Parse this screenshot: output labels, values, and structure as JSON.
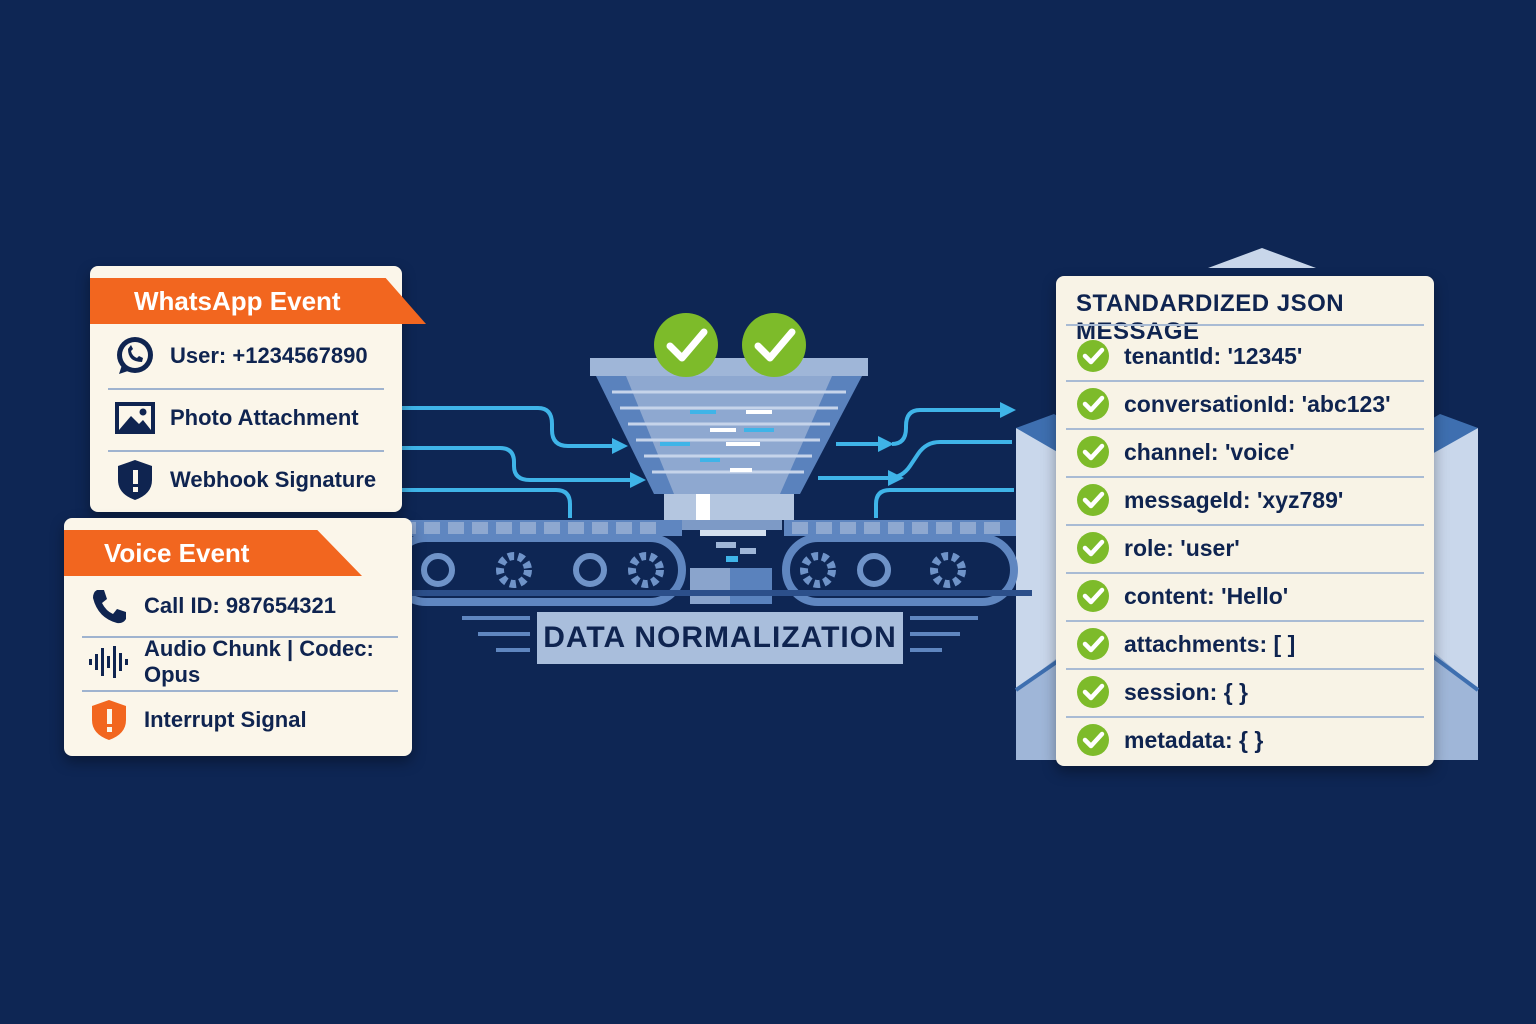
{
  "whatsapp": {
    "title": "WhatsApp Event",
    "items": [
      {
        "icon": "whatsapp-icon",
        "label": "User: +1234567890"
      },
      {
        "icon": "photo-icon",
        "label": "Photo Attachment"
      },
      {
        "icon": "shield-icon",
        "label": "Webhook Signature"
      }
    ]
  },
  "voice": {
    "title": "Voice Event",
    "items": [
      {
        "icon": "phone-icon",
        "label": "Call ID: 987654321"
      },
      {
        "icon": "audio-wave-icon",
        "label": "Audio Chunk | Codec: Opus"
      },
      {
        "icon": "alert-shield-icon",
        "label": "Interrupt Signal"
      }
    ]
  },
  "process": {
    "label": "DATA NORMALIZATION"
  },
  "output": {
    "title": "STANDARDIZED JSON MESSAGE",
    "fields": [
      "tenantId: '12345'",
      "conversationId: 'abc123'",
      "channel: 'voice'",
      "messageId: 'xyz789'",
      "role: 'user'",
      "content: 'Hello'",
      "attachments: [ ]",
      "session: { }",
      "metadata: { }"
    ]
  },
  "colors": {
    "background": "#0e2654",
    "accent_orange": "#f2661f",
    "check_green": "#7dbb2a",
    "flow_blue": "#3fb4e8",
    "card": "#fbf6ea"
  }
}
